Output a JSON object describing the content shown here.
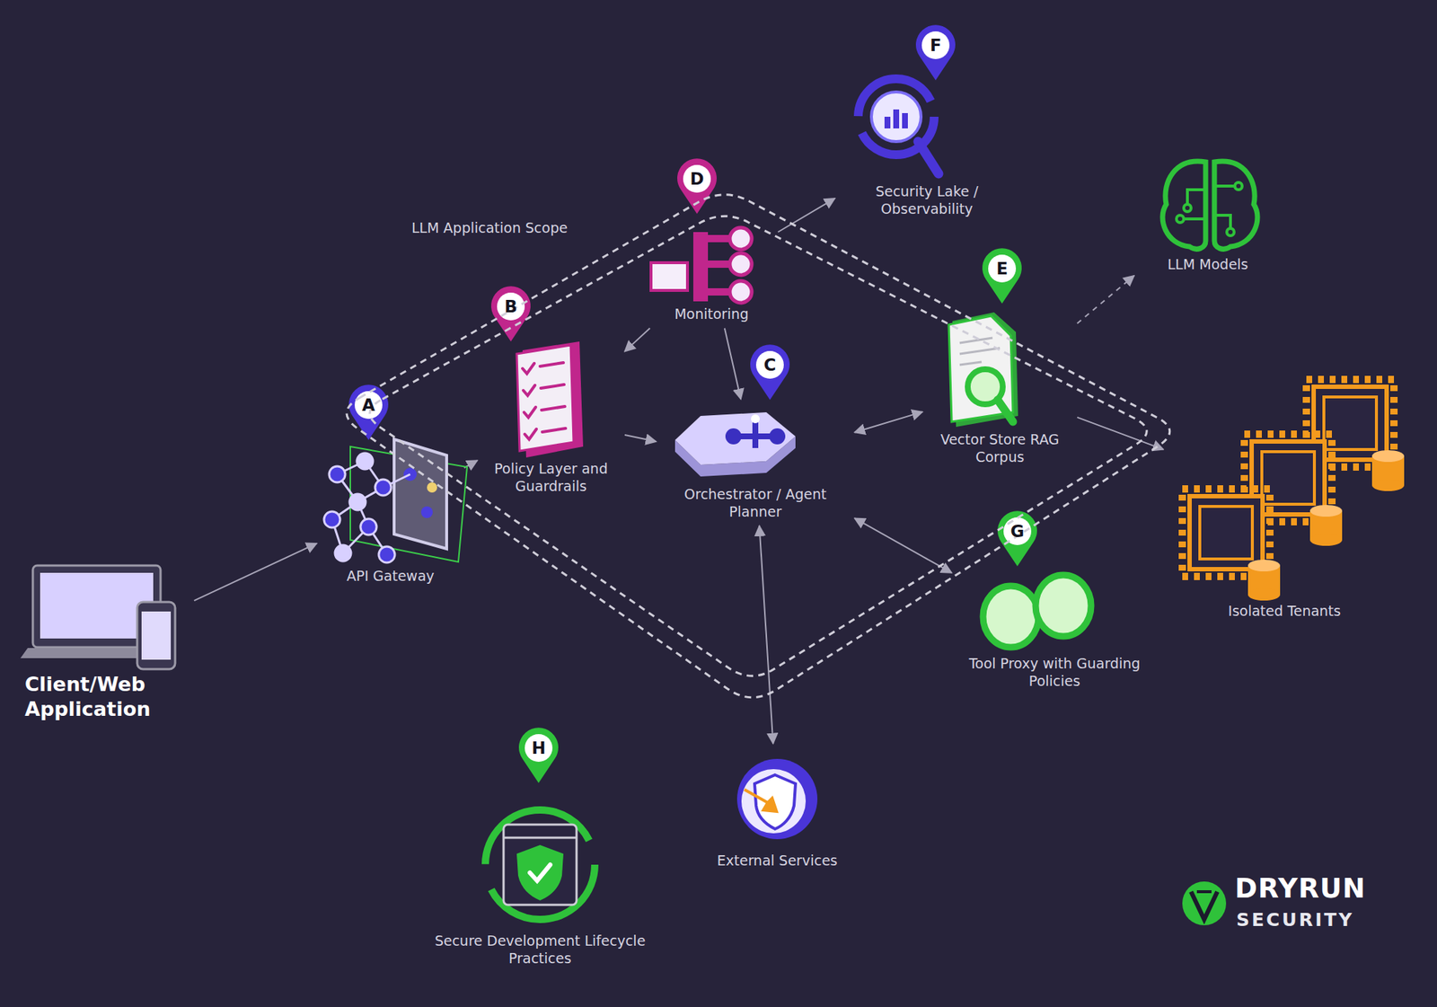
{
  "diagram": {
    "nodes": [
      {
        "text": [
          "Client/Web Application"
        ]
      },
      {
        "text": [
          "LLM Application Scope"
        ]
      },
      {
        "text": [
          "API Gateway"
        ],
        "in": 1
      },
      {
        "text": [
          "Policy Layer and Guardrails"
        ],
        "in": 1
      },
      {
        "text": [
          "Monitoring"
        ],
        "in": 1
      },
      {
        "text": [
          "Orchestrator / Agent Planner"
        ],
        "in": 1
      },
      {
        "text": [
          "Vector Store RAG Corpus"
        ],
        "in": 1
      },
      {
        "text": [
          "Security Lake / Observability"
        ]
      },
      {
        "text": [
          "LLM Models"
        ]
      },
      {
        "text": [
          "Isolated Tenants"
        ]
      },
      {
        "text": [
          "Tool Proxy with Guarding Policies"
        ]
      },
      {
        "text": [
          "External Services"
        ]
      },
      {
        "text": [
          "Secure Development Lifecycle Practices"
        ]
      }
    ],
    "edges": [
      {
        "from": 0,
        "to": 2,
        "arrow": "to"
      },
      {
        "from": 2,
        "to": 3,
        "arrow": "to"
      },
      {
        "from": 3,
        "to": 5,
        "arrow": "to"
      },
      {
        "from": 4,
        "to": 3,
        "arrow": "to"
      },
      {
        "from": 4,
        "to": 5,
        "arrow": "to"
      },
      {
        "from": 4,
        "to": 7,
        "arrow": "to"
      },
      {
        "from": 5,
        "to": 6,
        "arrow": "both"
      },
      {
        "from": 6,
        "to": 8,
        "arrow": "to"
      },
      {
        "from": 6,
        "to": 9,
        "arrow": "to"
      },
      {
        "from": 5,
        "to": 10,
        "arrow": "both"
      },
      {
        "from": 5,
        "to": 11,
        "arrow": "both"
      }
    ],
    "labels": [
      "A",
      "B",
      "C",
      "D",
      "E",
      "F",
      "G",
      "H",
      "DRYRUN",
      "SECURITY"
    ]
  }
}
